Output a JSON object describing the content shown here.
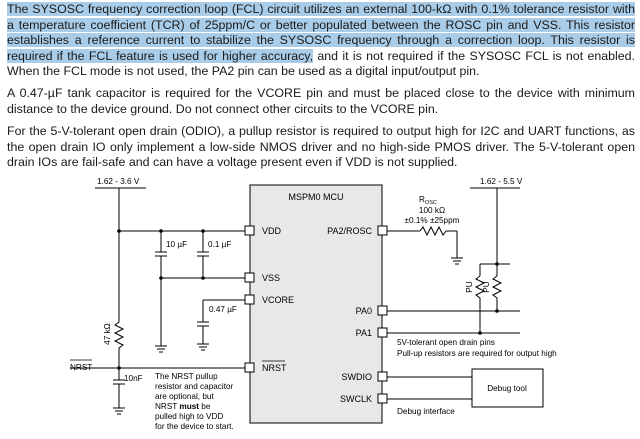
{
  "paragraphs": {
    "p1_highlighted": "The SYSOSC frequency correction loop (FCL) circuit utilizes an external 100-kΩ with 0.1% tolerance resistor with a temperature coefficient (TCR) of 25ppm/C or better populated between the ROSC pin and VSS. This resistor establishes a reference current to stabilize the SYSOSC frequency through a correction loop. This resistor is required if the FCL feature is used for higher accuracy,",
    "p1_plain": " and it is not required if the SYSOSC FCL is not enabled. When the FCL mode is not used, the PA2 pin can be used as a digital input/output pin.",
    "p2": "A 0.47-µF tank capacitor is required for the VCORE pin and must be placed close to the device with minimum distance to the device ground. Do not connect other circuits to the VCORE pin.",
    "p3": "For the 5-V-tolerant open drain (ODIO), a pullup resistor is required to output high for I2C and UART functions, as the open drain IO only implement a low-side NMOS driver and no high-side PMOS driver. The 5-V-tolerant open drain IOs are fail-safe and can have a voltage present even if VDD is not supplied."
  },
  "diagram": {
    "supply_left": "1.62 - 3.6 V",
    "supply_right": "1.62 - 5.5 V",
    "mcu_title": "MSPM0 MCU",
    "pins_left": [
      "VDD",
      "VSS",
      "VCORE",
      "NRST"
    ],
    "pins_right": [
      "PA2/ROSC",
      "PA0",
      "PA1",
      "SWDIO",
      "SWCLK"
    ],
    "cap_10uF": "10 µF",
    "cap_01uF": "0.1 µF",
    "cap_047uF": "0.47 µF",
    "res_47k": "47 kΩ",
    "cap_10nF": "10nF",
    "nrst_label": "NRST",
    "rosc_label": "R",
    "rosc_sub": "OSC",
    "rosc_value": "100 kΩ",
    "rosc_tol": "±0.1% ±25ppm",
    "pu1": "PU",
    "pu2": "PU",
    "odio_line1": "5V-tolerant open drain pins",
    "odio_line2": "Pull-up resistors are required for output high",
    "debug_tool": "Debug tool",
    "debug_interface": "Debug interface",
    "note_lines_1": "The NRST pullup",
    "note_lines_2": "resistor and capacitor",
    "note_lines_3": "are optional, but",
    "note_nrst": "NRST ",
    "note_must": "must",
    "note_be": " be",
    "note_lines_5": "pulled high to VDD",
    "note_lines_6": "for the device to start."
  }
}
